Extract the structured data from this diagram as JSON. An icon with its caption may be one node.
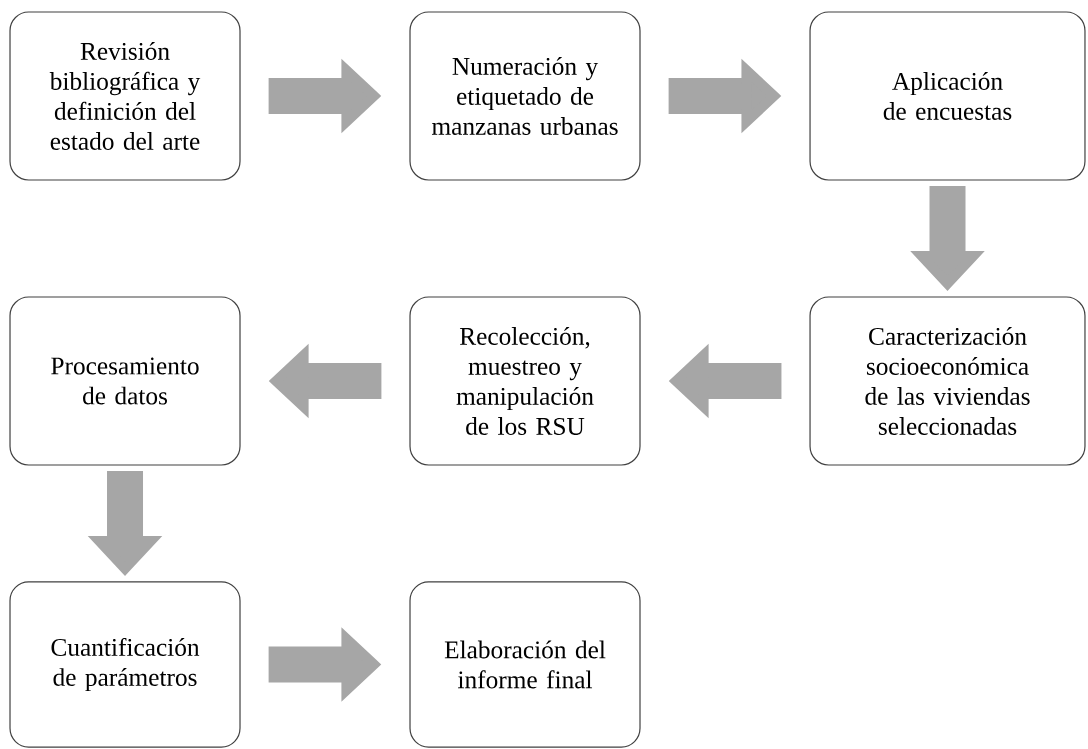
{
  "diagram": {
    "nodes": [
      {
        "text": [
          "Revisión bibliográfica y definición del estado del arte"
        ]
      },
      {
        "text": [
          "Numeración y etiquetado de manzanas urbanas"
        ]
      },
      {
        "text": [
          "Aplicación de encuestas"
        ]
      },
      {
        "text": [
          "Caracterización socioeconómica de las viviendas seleccionadas"
        ]
      },
      {
        "text": [
          "Recolección, muestreo y manipulación de los RSU"
        ]
      },
      {
        "text": [
          "Procesamiento de datos"
        ]
      },
      {
        "text": [
          "Cuantificación de parámetros"
        ]
      },
      {
        "text": [
          "Elaboración del informe final"
        ]
      }
    ],
    "edges": [
      {
        "from": 0,
        "to": 1,
        "arrow": "to"
      },
      {
        "from": 1,
        "to": 2,
        "arrow": "to"
      },
      {
        "from": 2,
        "to": 3,
        "arrow": "to"
      },
      {
        "from": 3,
        "to": 4,
        "arrow": "to"
      },
      {
        "from": 4,
        "to": 5,
        "arrow": "to"
      },
      {
        "from": 5,
        "to": 6,
        "arrow": "to"
      },
      {
        "from": 6,
        "to": 7,
        "arrow": "to"
      }
    ]
  }
}
